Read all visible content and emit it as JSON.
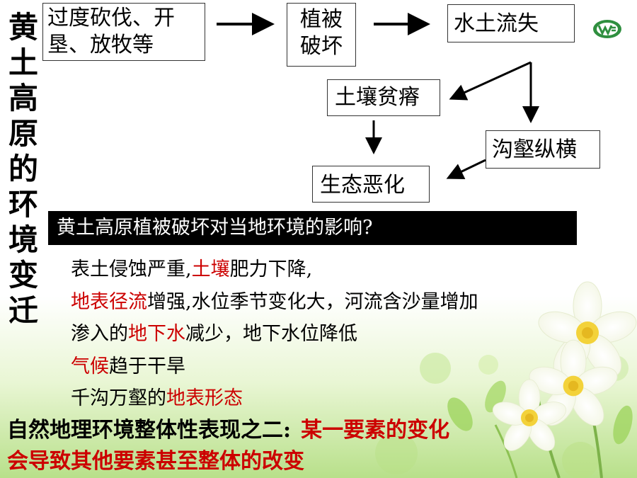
{
  "side_title": [
    "黄",
    "土",
    "高",
    "原",
    "的",
    "环",
    "境",
    "变",
    "迁"
  ],
  "flow": {
    "cause_line1": "过度砍伐、开",
    "cause_line2": "垦、放牧等",
    "veg_line1": "植被",
    "veg_line2": "破坏",
    "erosion": "水土流失",
    "soil": "土壤贫瘠",
    "gully": "沟壑纵横",
    "eco": "生态恶化"
  },
  "question": "黄土高原植被破坏对当地环境的影响?",
  "effects": {
    "l1_a": "表土侵蚀严重,",
    "l1_b": "土壤",
    "l1_c": "肥力下降,",
    "l2_a": "地表径流",
    "l2_b": "增强,水位季节变化大，河流含沙量增加",
    "l3_a": "渗入的",
    "l3_b": "地下水",
    "l3_c": "减少，地下水位降低",
    "l4_a": "气候",
    "l4_b": "趋于干旱",
    "l5_a": "千沟万壑的",
    "l5_b": "地表形态"
  },
  "conclusion": {
    "a": "自然地理环境整体性表现之二:",
    "b": "某一要素的变化",
    "c": "会导致其他要素甚至整体的改变"
  },
  "colors": {
    "emphasis": "#cc0000",
    "bar": "#000000"
  }
}
